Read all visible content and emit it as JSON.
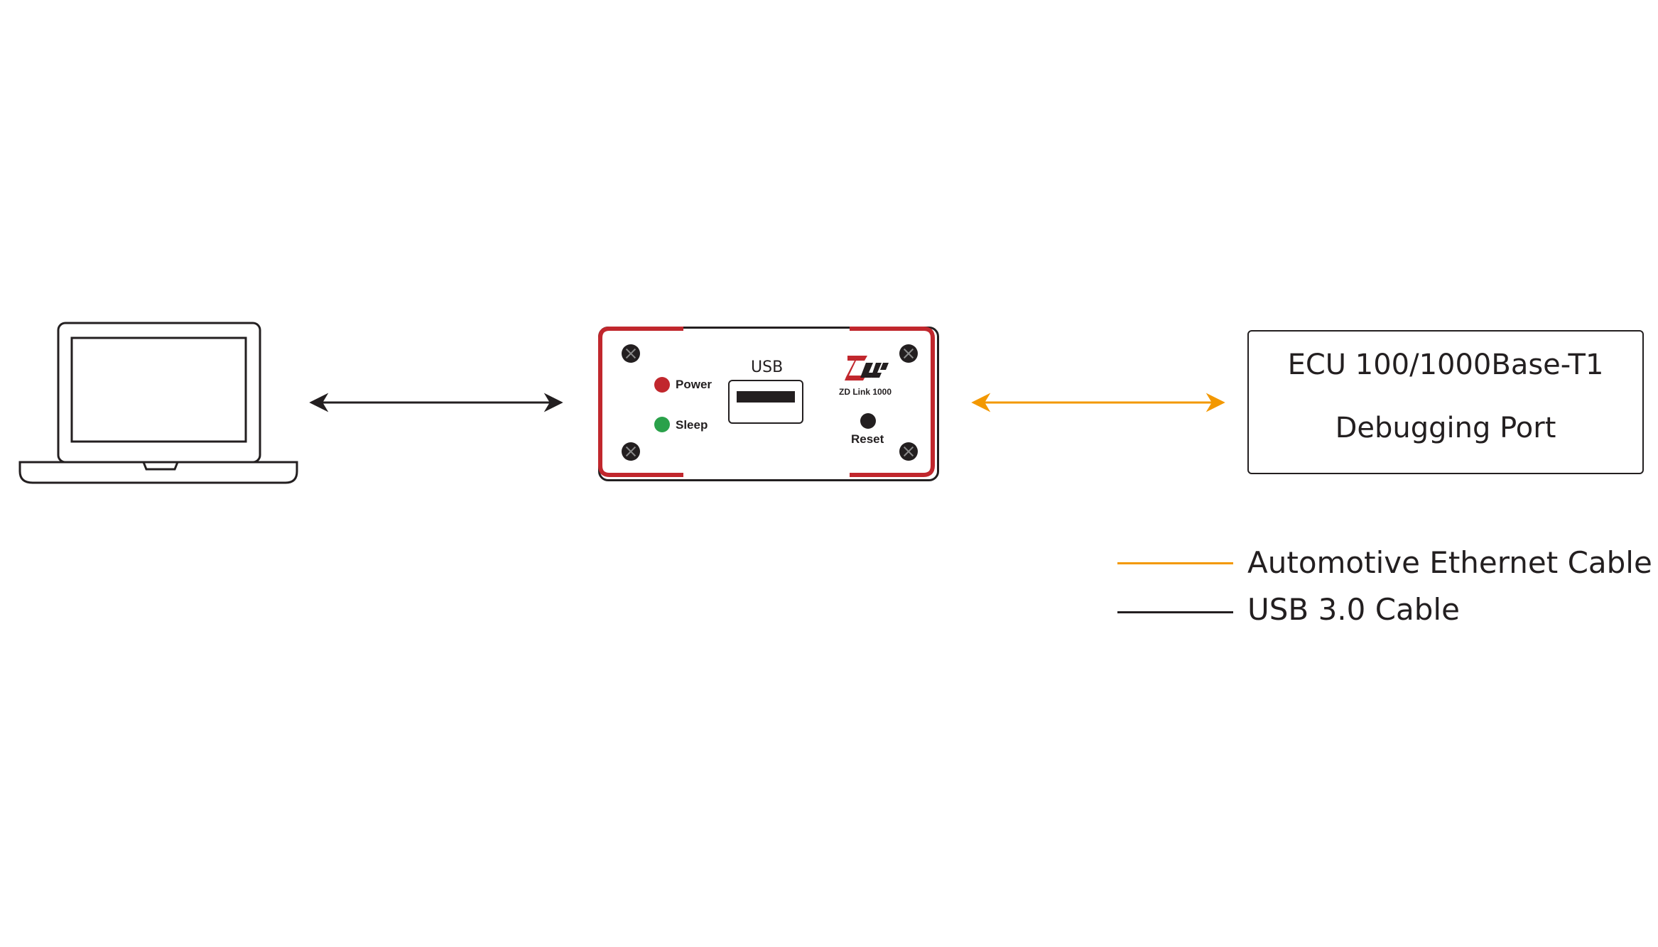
{
  "colors": {
    "ink": "#231f20",
    "device_accent": "#c1272d",
    "ethernet_cable": "#f39800",
    "usb_cable": "#231f20",
    "power_led": "#c1272d",
    "sleep_led": "#2aa14a"
  },
  "nodes": {
    "laptop": {
      "icon": "laptop-icon"
    },
    "device": {
      "brand_logo": "zlg-logo-icon",
      "brand_text": "ZD Link 1000",
      "usb_label": "USB",
      "power_label": "Power",
      "sleep_label": "Sleep",
      "reset_label": "Reset"
    },
    "ecu": {
      "line1": "ECU 100/1000Base-T1",
      "line2": "Debugging Port"
    }
  },
  "edges": [
    {
      "from": "laptop",
      "to": "device",
      "type": "usb-cable",
      "bidirectional": true
    },
    {
      "from": "device",
      "to": "ecu",
      "type": "ethernet-cable",
      "bidirectional": true
    }
  ],
  "legend": {
    "ethernet_label": "Automotive Ethernet Cable",
    "usb_label": "USB 3.0 Cable"
  }
}
